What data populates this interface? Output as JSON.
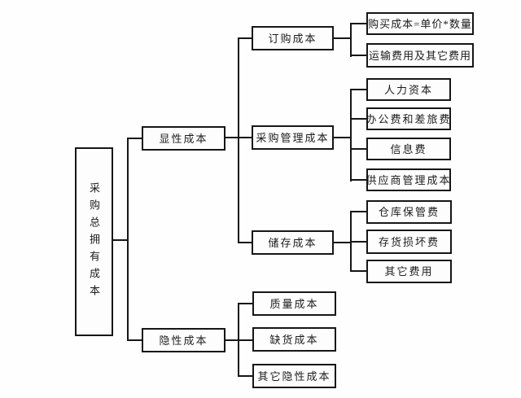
{
  "diagram": {
    "colors": {
      "line": "#161616",
      "box_border": "#161616",
      "box_bg": "#fdfdfd",
      "page_bg": "#fefefe"
    },
    "tree": {
      "root": {
        "label": "采购总拥有成本"
      },
      "explicit": {
        "label": "显性成本",
        "children": [
          {
            "label": "订购成本",
            "children": [
              {
                "label": "购买成本=单价*数量"
              },
              {
                "label": "运输费用及其它费用"
              }
            ]
          },
          {
            "label": "采购管理成本",
            "children": [
              {
                "label": "人力资本"
              },
              {
                "label": "办公费和差旅费"
              },
              {
                "label": "信息费"
              },
              {
                "label": "供应商管理成本"
              }
            ]
          },
          {
            "label": "储存成本",
            "children": [
              {
                "label": "仓库保管费"
              },
              {
                "label": "存货损坏费"
              },
              {
                "label": "其它费用"
              }
            ]
          }
        ]
      },
      "implicit": {
        "label": "隐性成本",
        "children": [
          {
            "label": "质量成本"
          },
          {
            "label": "缺货成本"
          },
          {
            "label": "其它隐性成本"
          }
        ]
      }
    }
  }
}
